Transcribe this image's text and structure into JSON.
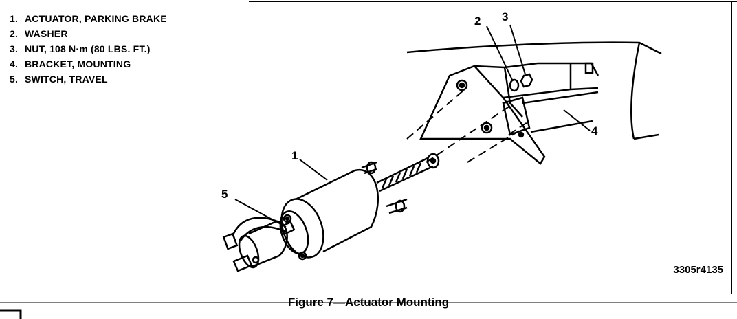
{
  "legend": [
    {
      "num": "1.",
      "label": "ACTUATOR, PARKING BRAKE"
    },
    {
      "num": "2.",
      "label": "WASHER"
    },
    {
      "num": "3.",
      "label": "NUT, 108 N·m (80 LBS. FT.)"
    },
    {
      "num": "4.",
      "label": "BRACKET, MOUNTING"
    },
    {
      "num": "5.",
      "label": "SWITCH, TRAVEL"
    }
  ],
  "callouts": {
    "c1": "1",
    "c2": "2",
    "c3": "3",
    "c4": "4",
    "c5": "5"
  },
  "figure_code": "3305r4135",
  "caption": "Figure 7—Actuator Mounting"
}
